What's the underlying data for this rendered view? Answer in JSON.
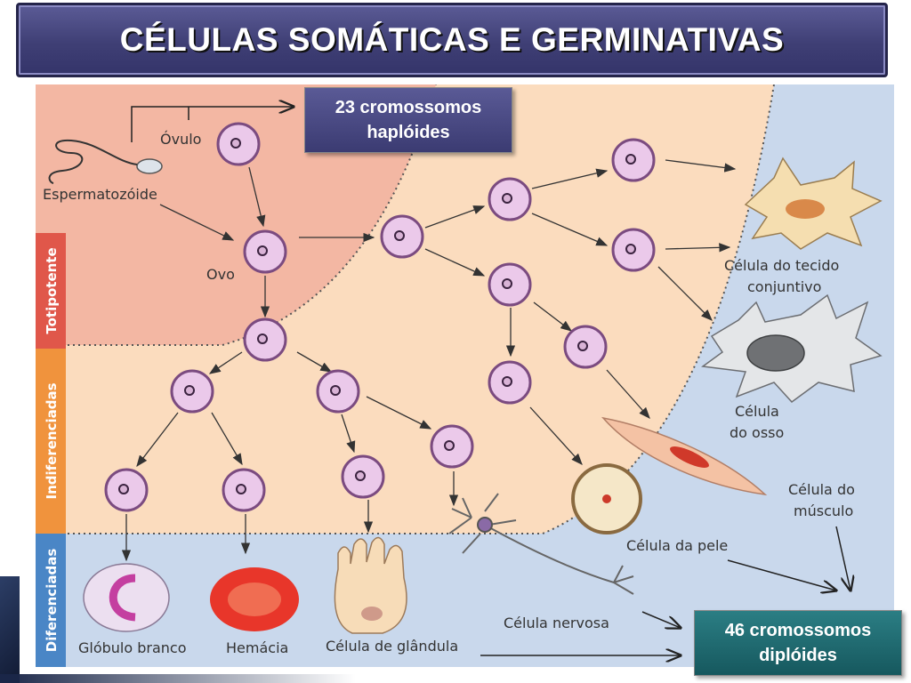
{
  "title": "CÉLULAS SOMÁTICAS E GERMINATIVAS",
  "callouts": {
    "haploid": {
      "line1": "23 cromossomos",
      "line2": "haplóides"
    },
    "diploid": {
      "line1": "46 cromossomos",
      "line2": "diplóides"
    }
  },
  "stages": {
    "totipotent": "Totipotente",
    "undifferentiated": "Indiferenciadas",
    "differentiated": "Diferenciadas"
  },
  "labels": {
    "ovulo": "Óvulo",
    "spermatozoid": "Espermatozóide",
    "ovo": "Ovo",
    "connective_line1": "Célula do tecido",
    "connective_line2": "conjuntivo",
    "bone_line1": "Célula",
    "bone_line2": "do osso",
    "muscle_line1": "Célula do",
    "muscle_line2": "músculo",
    "skin": "Célula da pele",
    "nerve": "Célula nervosa",
    "white_blood": "Glóbulo branco",
    "red_blood": "Hemácia",
    "gland": "Célula de glândula"
  },
  "colors": {
    "totipotent_zone": "#f3b7a3",
    "undifferentiated_zone": "#fbdcbe",
    "differentiated_zone": "#c9d8ec",
    "cell_fill": "#ebc9ea",
    "cell_stroke": "#7b4b80",
    "stage_red": "#e0574a",
    "stage_orange": "#f0933d",
    "stage_blue": "#4a86c6",
    "title_bg": "#4a4a85",
    "diploid_bg": "#1f6e74"
  }
}
